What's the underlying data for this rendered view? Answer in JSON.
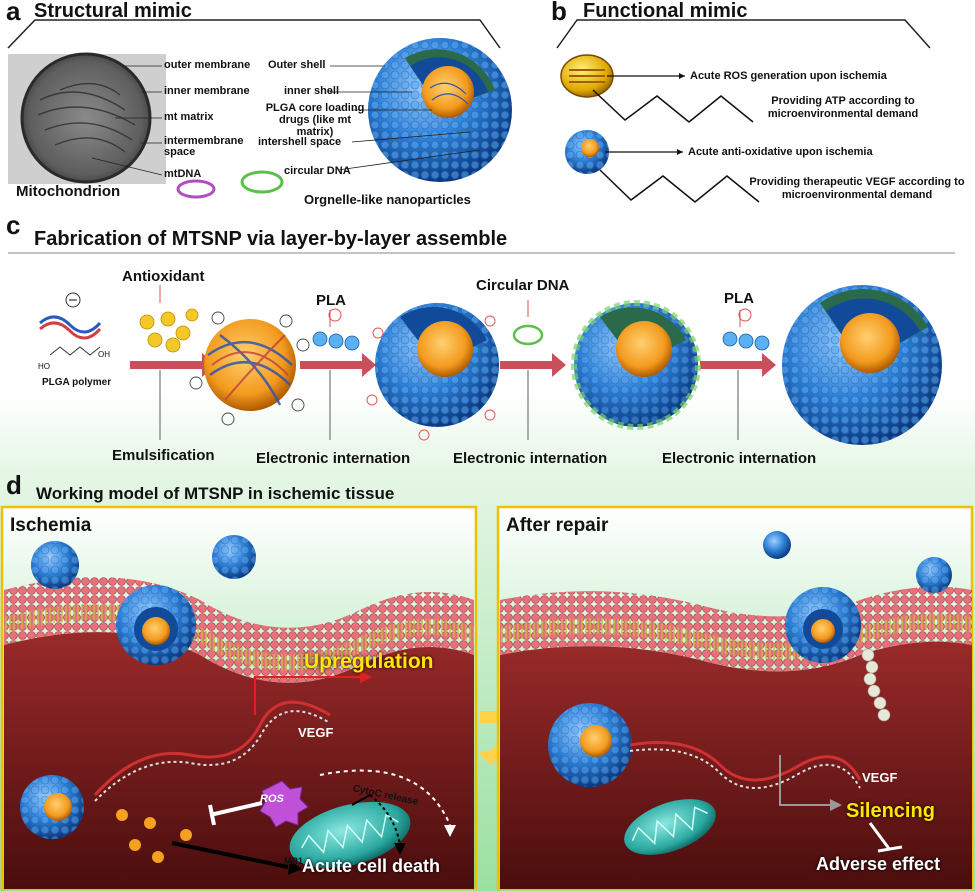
{
  "panel_a": {
    "letter": "a",
    "title": "Structural mimic",
    "mito_caption": "Mitochondrion",
    "np_caption": "Orgnelle-like nanoparticles",
    "left_labels": [
      "outer membrane",
      "inner membrane",
      "mt matrix",
      "intermembrane space",
      "mtDNA"
    ],
    "right_labels": [
      "Outer shell",
      "inner shell",
      "PLGA core loading drugs (like mt matrix)",
      "intershell space",
      "circular DNA"
    ]
  },
  "panel_b": {
    "letter": "b",
    "title": "Functional mimic",
    "row1_acute": "Acute ROS generation upon ischemia",
    "row1_longterm": "Providing ATP according to microenvironmental demand",
    "row2_acute": "Acute anti-oxidative upon ischemia",
    "row2_longterm": "Providing therapeutic VEGF according to microenvironmental demand"
  },
  "panel_c": {
    "letter": "c",
    "title": "Fabrication of MTSNP via layer-by-layer assemble",
    "polymer_label": "PLGA polymer",
    "step_top_labels": [
      "Antioxidant",
      "PLA",
      "Circular DNA",
      "PLA"
    ],
    "step_bottom_labels": [
      "Emulsification",
      "Electronic internation",
      "Electronic internation",
      "Electronic internation"
    ],
    "chem_labels": [
      "HO",
      "OH"
    ]
  },
  "panel_d": {
    "letter": "d",
    "title": "Working model of MTSNP in ischemic tissue",
    "left_title": "Ischemia",
    "right_title": "After repair",
    "upregulation": "Upregulation",
    "vegf_left": "VEGF",
    "vegf_right": "VEGF",
    "ros": "ROS",
    "cytoc": "CytoC release",
    "mr1": "MR1",
    "acute_death": "Acute cell death",
    "silencing": "Silencing",
    "adverse": "Adverse effect"
  },
  "colors": {
    "np_blue": "#2e7fd6",
    "core_orange": "#f39a1e",
    "membrane_red": "#e04a55",
    "lipid_tail": "#c8b84a",
    "cytoplasm": "#7a1e1e",
    "highlight_yellow": "#ffe600",
    "frame_gold": "#f0c000"
  }
}
